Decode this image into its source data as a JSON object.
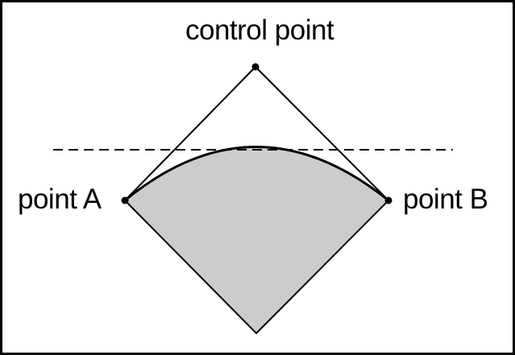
{
  "labels": {
    "control_point": "control point",
    "point_a": "point A",
    "point_b": "point B"
  },
  "colors": {
    "shaded_region": "#cccccc",
    "stroke": "#000000",
    "background": "#ffffff"
  }
}
